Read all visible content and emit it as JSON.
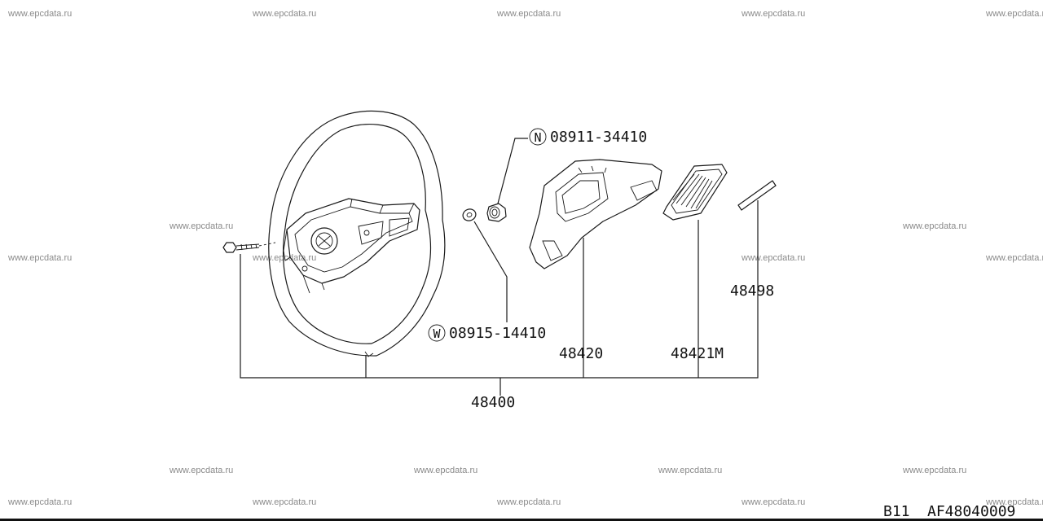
{
  "watermark": "www.epcdata.ru",
  "parts": {
    "assembly": "48400",
    "pad": "48420",
    "horn_pad": "48421M",
    "emblem": "48498",
    "nut_symbol": "N",
    "nut": "08911-34410",
    "washer_symbol": "W",
    "washer": "08915-14410"
  },
  "footer": {
    "model": "B11",
    "figure": "AF48040009"
  },
  "colors": {
    "line": "#1a1a1a",
    "watermark": "#8a8a8a",
    "background": "#ffffff"
  }
}
